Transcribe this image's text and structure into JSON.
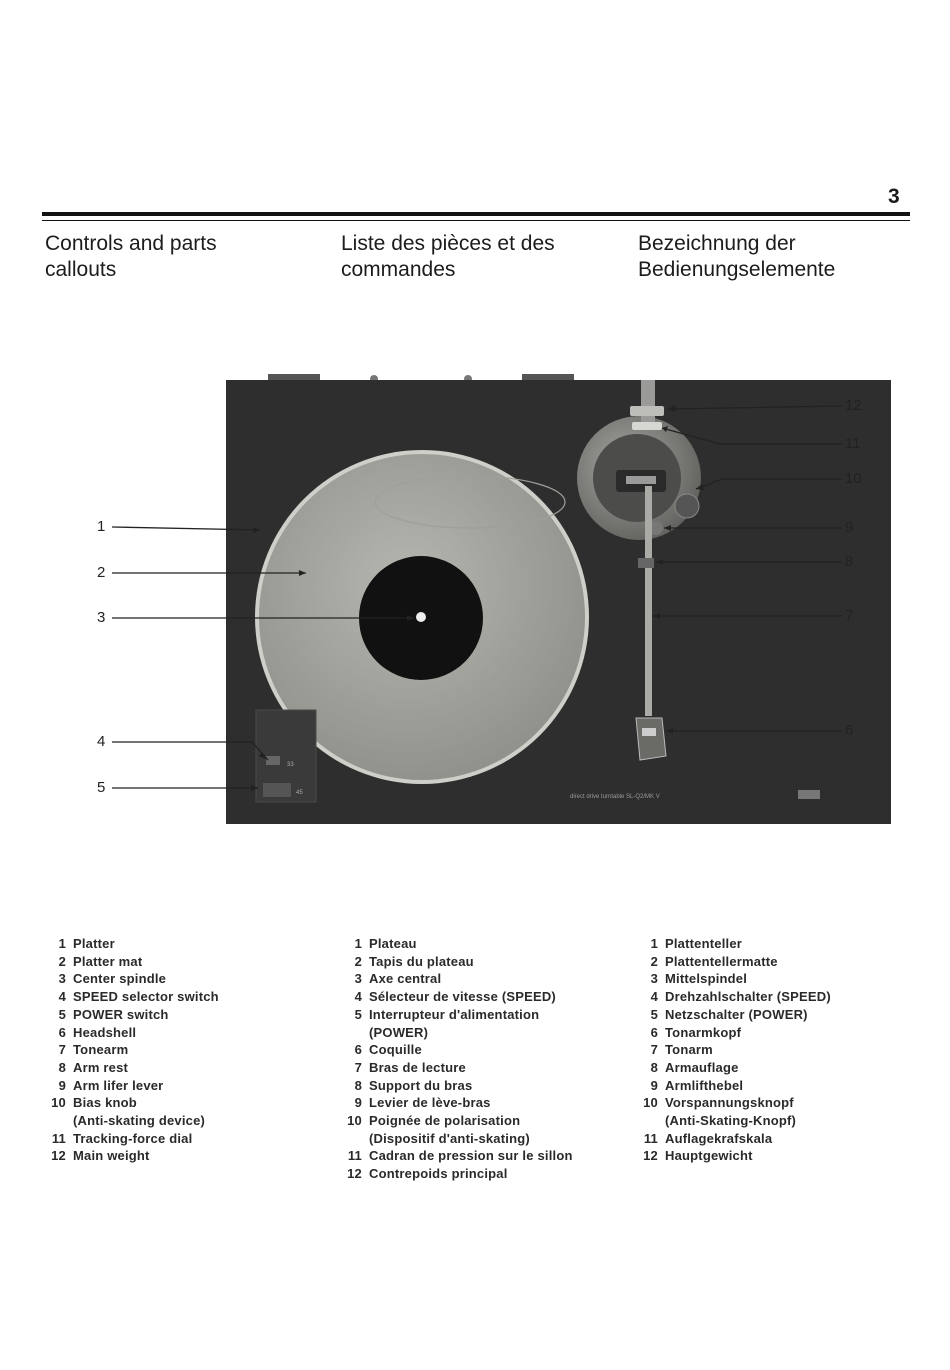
{
  "page": {
    "number": "3"
  },
  "headings": {
    "en": [
      "Controls and parts",
      "callouts"
    ],
    "fr": [
      "Liste des pièces et des",
      "commandes"
    ],
    "de": [
      "Bezeichnung der",
      "Bedienungselemente"
    ]
  },
  "diagram": {
    "model_plate": "direct drive turntable SL-Q2/MK V",
    "speed_marks": [
      "33",
      "45"
    ],
    "callouts_left": [
      "1",
      "2",
      "3",
      "4",
      "5"
    ],
    "callouts_right": [
      "12",
      "11",
      "10",
      "9",
      "8",
      "7",
      "6"
    ]
  },
  "legend": {
    "en": [
      {
        "num": "1",
        "text": "Platter"
      },
      {
        "num": "2",
        "text": "Platter mat"
      },
      {
        "num": "3",
        "text": "Center spindle"
      },
      {
        "num": "4",
        "text": "SPEED selector switch"
      },
      {
        "num": "5",
        "text": "POWER switch"
      },
      {
        "num": "6",
        "text": "Headshell"
      },
      {
        "num": "7",
        "text": "Tonearm"
      },
      {
        "num": "8",
        "text": "Arm rest"
      },
      {
        "num": "9",
        "text": "Arm lifer lever"
      },
      {
        "num": "10",
        "text": "Bias knob"
      },
      {
        "num": "",
        "text": "(Anti-skating device)"
      },
      {
        "num": "11",
        "text": "Tracking-force dial"
      },
      {
        "num": "12",
        "text": "Main weight"
      }
    ],
    "fr": [
      {
        "num": "1",
        "text": "Plateau"
      },
      {
        "num": "2",
        "text": "Tapis du plateau"
      },
      {
        "num": "3",
        "text": "Axe central"
      },
      {
        "num": "4",
        "text": "Sélecteur de vitesse (SPEED)"
      },
      {
        "num": "5",
        "text": "Interrupteur d'alimentation"
      },
      {
        "num": "",
        "text": "(POWER)"
      },
      {
        "num": "6",
        "text": "Coquille"
      },
      {
        "num": "7",
        "text": "Bras de lecture"
      },
      {
        "num": "8",
        "text": "Support du bras"
      },
      {
        "num": "9",
        "text": "Levier de lève-bras"
      },
      {
        "num": "10",
        "text": "Poignée de polarisation"
      },
      {
        "num": "",
        "text": "(Dispositif d'anti-skating)"
      },
      {
        "num": "11",
        "text": "Cadran de pression sur le sillon"
      },
      {
        "num": "12",
        "text": "Contrepoids principal"
      }
    ],
    "de": [
      {
        "num": "1",
        "text": "Plattenteller"
      },
      {
        "num": "2",
        "text": "Plattentellermatte"
      },
      {
        "num": "3",
        "text": "Mittelspindel"
      },
      {
        "num": "4",
        "text": "Drehzahlschalter (SPEED)"
      },
      {
        "num": "5",
        "text": "Netzschalter (POWER)"
      },
      {
        "num": "6",
        "text": "Tonarmkopf"
      },
      {
        "num": "7",
        "text": "Tonarm"
      },
      {
        "num": "8",
        "text": "Armauflage"
      },
      {
        "num": "9",
        "text": "Armlifthebel"
      },
      {
        "num": "10",
        "text": "Vorspannungsknopf"
      },
      {
        "num": "",
        "text": "(Anti-Skating-Knopf)"
      },
      {
        "num": "11",
        "text": "Auflagekrafskala"
      },
      {
        "num": "12",
        "text": "Hauptgewicht"
      }
    ]
  }
}
